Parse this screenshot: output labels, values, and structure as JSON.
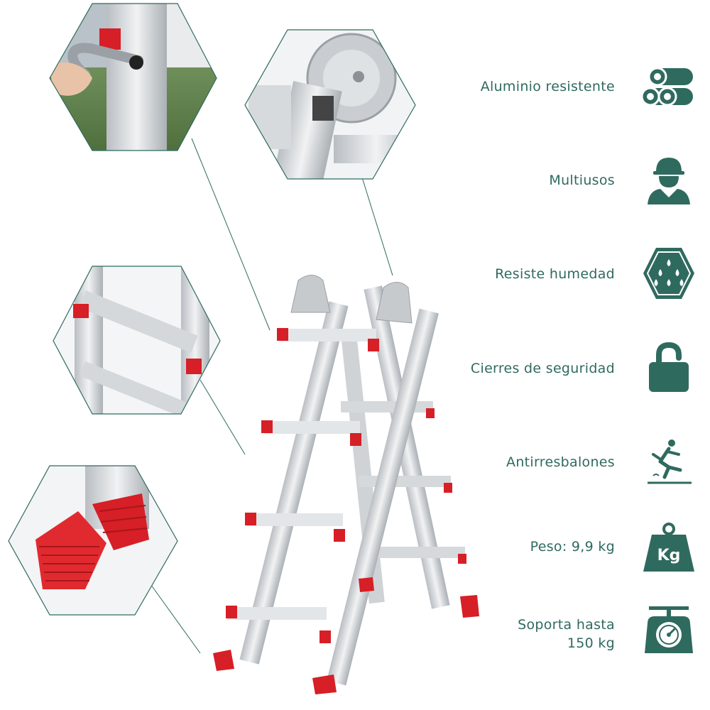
{
  "colors": {
    "accent": "#2f6a5f",
    "icon": "#2f6a5f",
    "ladder_red": "#d61f26",
    "aluminium": "#d9dcdf"
  },
  "features": [
    {
      "label": "Aluminio resistente",
      "icon": "pipes-icon"
    },
    {
      "label": "Multiusos",
      "icon": "worker-helmet-icon"
    },
    {
      "label": "Resiste humedad",
      "icon": "water-drops-icon"
    },
    {
      "label": "Cierres de seguridad",
      "icon": "padlock-open-icon"
    },
    {
      "label": "Antirresbalones",
      "icon": "slip-warning-icon"
    },
    {
      "label": "Peso: 9,9 kg",
      "icon": "weight-kg-icon"
    },
    {
      "label": "Soporta hasta",
      "label_line2": "150 kg",
      "icon": "scale-icon"
    }
  ],
  "weight_icon_text": "Kg"
}
